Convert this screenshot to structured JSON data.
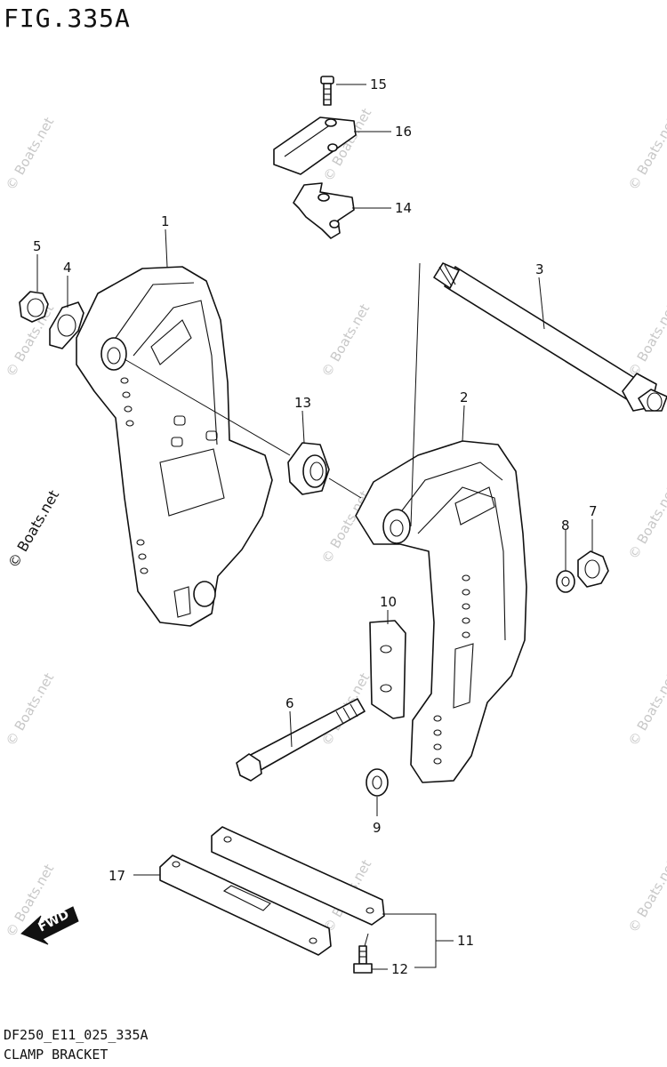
{
  "header": {
    "figure_label": "FIG.335A"
  },
  "footer": {
    "diagram_code": "DF250_E11_025_335A",
    "diagram_name": "CLAMP BRACKET"
  },
  "watermark": {
    "text": "© Boats.net"
  },
  "direction_arrow": {
    "label": "FWD",
    "icon": "fwd-arrow-icon"
  },
  "callouts": {
    "c1": "1",
    "c2": "2",
    "c3": "3",
    "c4": "4",
    "c5": "5",
    "c6": "6",
    "c7": "7",
    "c8": "8",
    "c9": "9",
    "c10": "10",
    "c11": "11",
    "c12": "12",
    "c13": "13",
    "c14": "14",
    "c15": "15",
    "c16": "16",
    "c17": "17"
  },
  "colors": {
    "line": "#111111",
    "watermark": "#c8c8c8",
    "background": "#ffffff"
  }
}
